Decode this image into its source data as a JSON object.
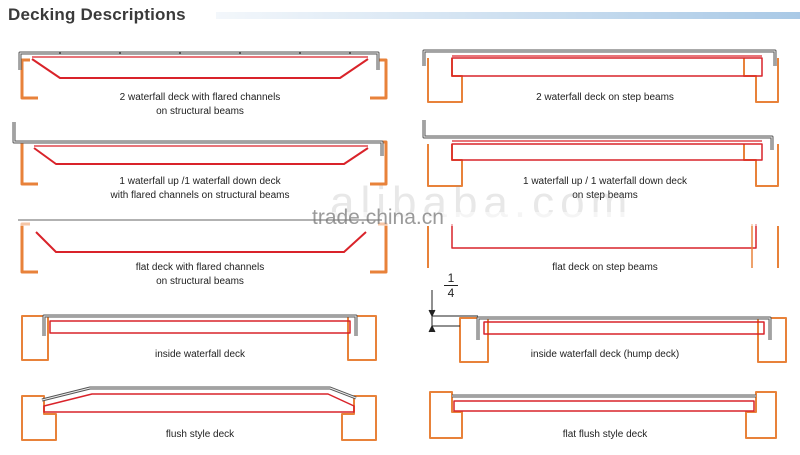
{
  "header": {
    "title": "Decking Descriptions"
  },
  "captions": {
    "d1": [
      "2 waterfall deck with flared channels",
      "on structural beams"
    ],
    "d2": [
      "2 waterfall deck on step beams"
    ],
    "d3": [
      "1 waterfall up /1 waterfall down deck",
      "with flared channels on structural beams"
    ],
    "d4": [
      "1 waterfall up / 1 waterfall down deck",
      "on step beams"
    ],
    "d5": [
      "flat deck with flared channels",
      "on structural beams"
    ],
    "d6": [
      "flat deck on step beams"
    ],
    "d7": [
      "inside waterfall deck"
    ],
    "d8": [
      "inside waterfall deck (hump deck)"
    ],
    "d9": [
      "flush style deck"
    ],
    "d10": [
      "flat flush style deck"
    ]
  },
  "dimension": {
    "numerator": "1",
    "denominator": "4"
  },
  "watermark": {
    "main": "trade.china.cn",
    "ghost": "alibaba.com"
  },
  "colors": {
    "beam": "#e8823a",
    "deck": "#d9232a",
    "profile": "#555555",
    "title": "#3a3a3a"
  }
}
